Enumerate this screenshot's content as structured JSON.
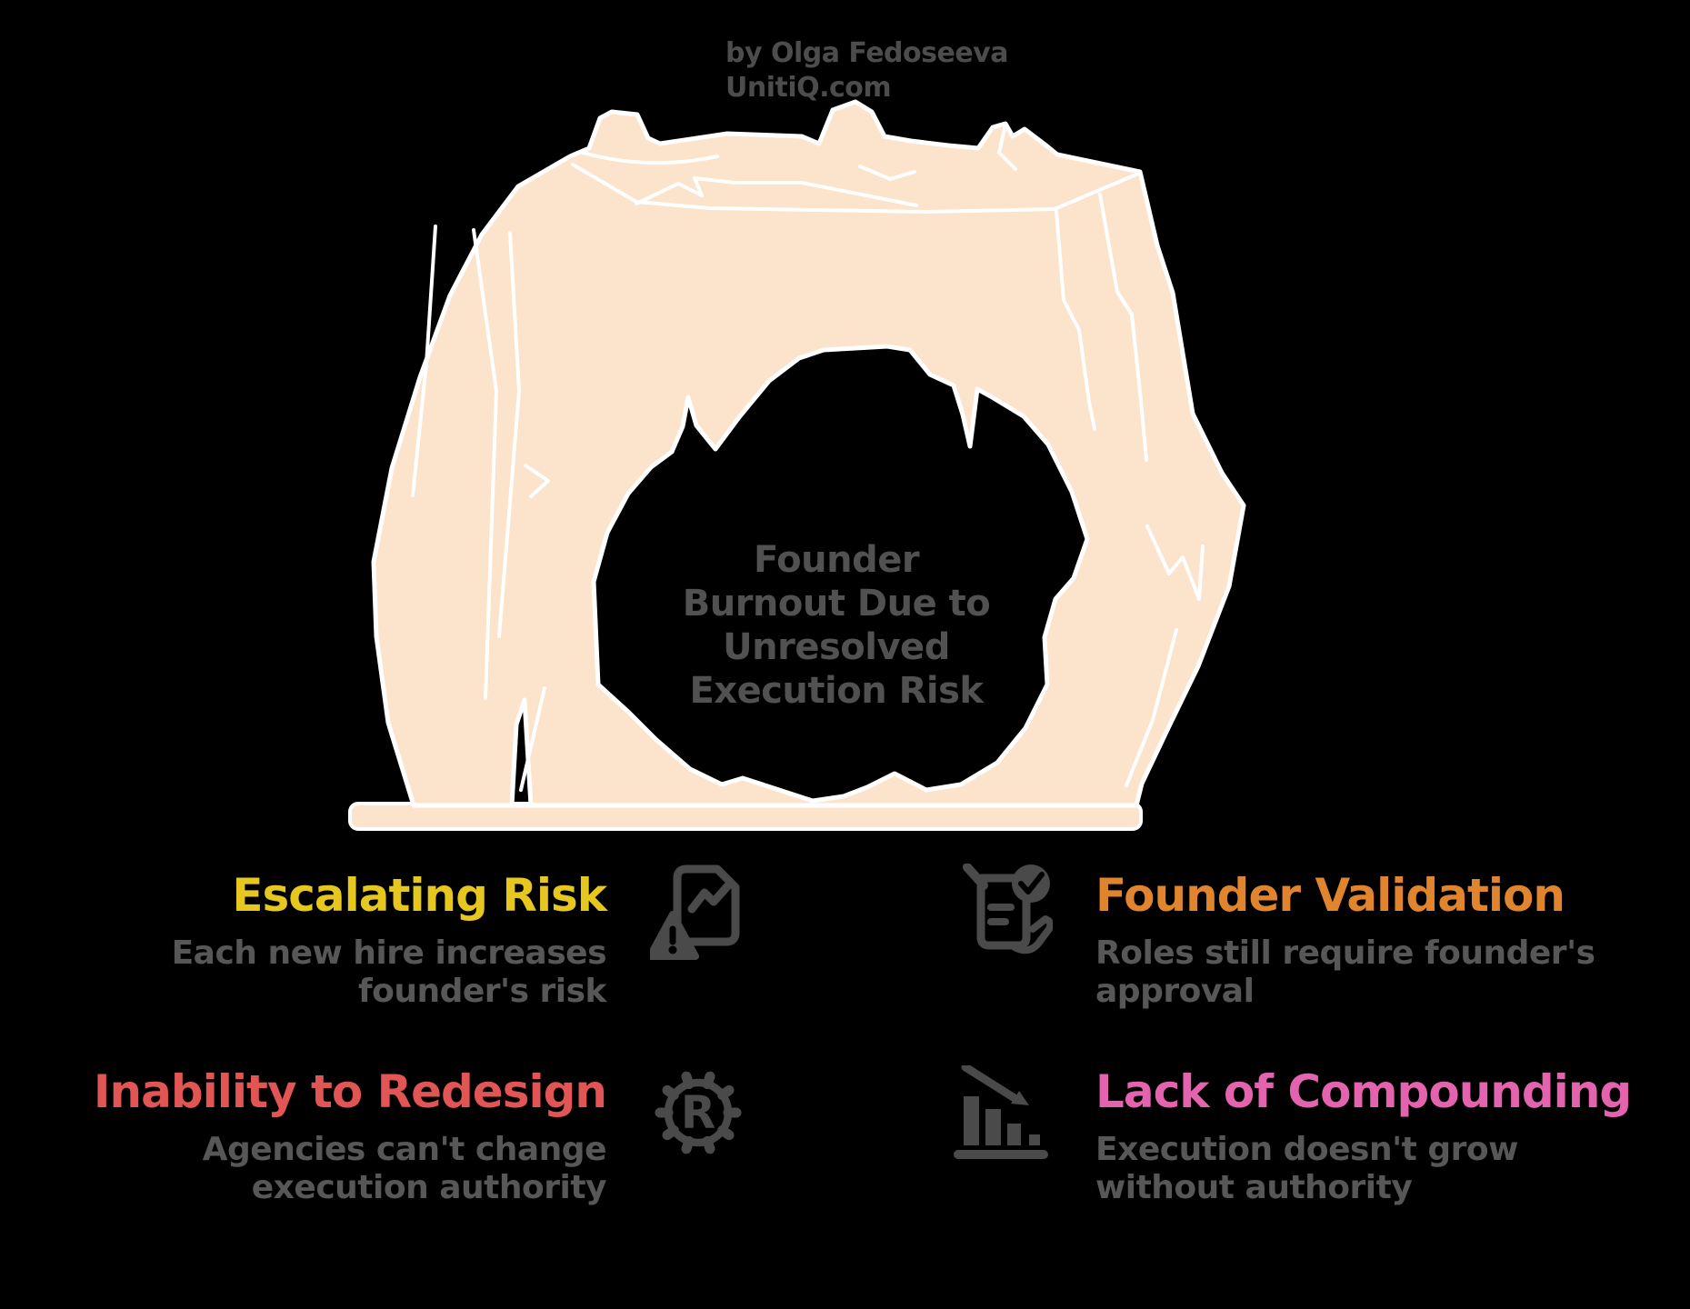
{
  "attribution": {
    "line1": "by Olga Fedoseeva",
    "line2": "UnitiQ.com"
  },
  "center_title": {
    "lines": [
      "Founder",
      "Burnout Due to",
      "Unresolved",
      "Execution Risk"
    ]
  },
  "sections": [
    {
      "id": "escalating-risk",
      "title": "Escalating Risk",
      "desc_line1": "Each new hire increases",
      "desc_line2": "founder's risk",
      "color": "#e5c71f",
      "icon": "chart-warning-icon"
    },
    {
      "id": "founder-validation",
      "title": "Founder Validation",
      "desc_line1": "Roles still require founder's",
      "desc_line2": "approval",
      "color": "#e0852e",
      "icon": "approval-document-icon"
    },
    {
      "id": "inability-to-redesign",
      "title": "Inability to Redesign",
      "desc_line1": "Agencies can't change",
      "desc_line2": "execution authority",
      "color": "#e25555",
      "icon": "gear-r-icon"
    },
    {
      "id": "lack-of-compounding",
      "title": "Lack of Compounding",
      "desc_line1": "Execution doesn't grow",
      "desc_line2": "without authority",
      "color": "#e463ae",
      "icon": "declining-chart-icon"
    }
  ],
  "colors": {
    "background": "#000000",
    "mountain_fill": "#fce3cb",
    "outline": "#ffffff",
    "title_text": "#515151",
    "body_text": "#575757",
    "attribution_text": "#4c4c4c",
    "icon_gray": "#4a4a4a"
  }
}
